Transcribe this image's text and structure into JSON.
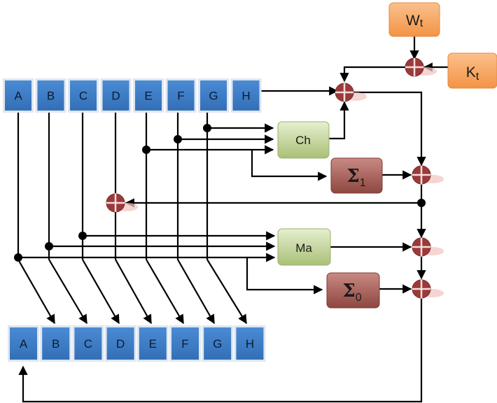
{
  "registers": {
    "top": [
      "A",
      "B",
      "C",
      "D",
      "E",
      "F",
      "G",
      "H"
    ],
    "bottom": [
      "A",
      "B",
      "C",
      "D",
      "E",
      "F",
      "G",
      "H"
    ]
  },
  "functions": {
    "ch": "Ch",
    "ma": "Ma",
    "sigma1": {
      "symbol": "Σ",
      "sub": "1"
    },
    "sigma0": {
      "symbol": "Σ",
      "sub": "0"
    }
  },
  "inputs": {
    "w": {
      "letter": "W",
      "sub": "t"
    },
    "k": {
      "letter": "K",
      "sub": "t"
    }
  },
  "colors": {
    "register": "#3f7fc9",
    "register_border": "#dfe7f1",
    "function_green": "#c3d69b",
    "function_red": "#a9564f",
    "input_orange": "#f7a35c",
    "adder": "#9b3a3a"
  }
}
